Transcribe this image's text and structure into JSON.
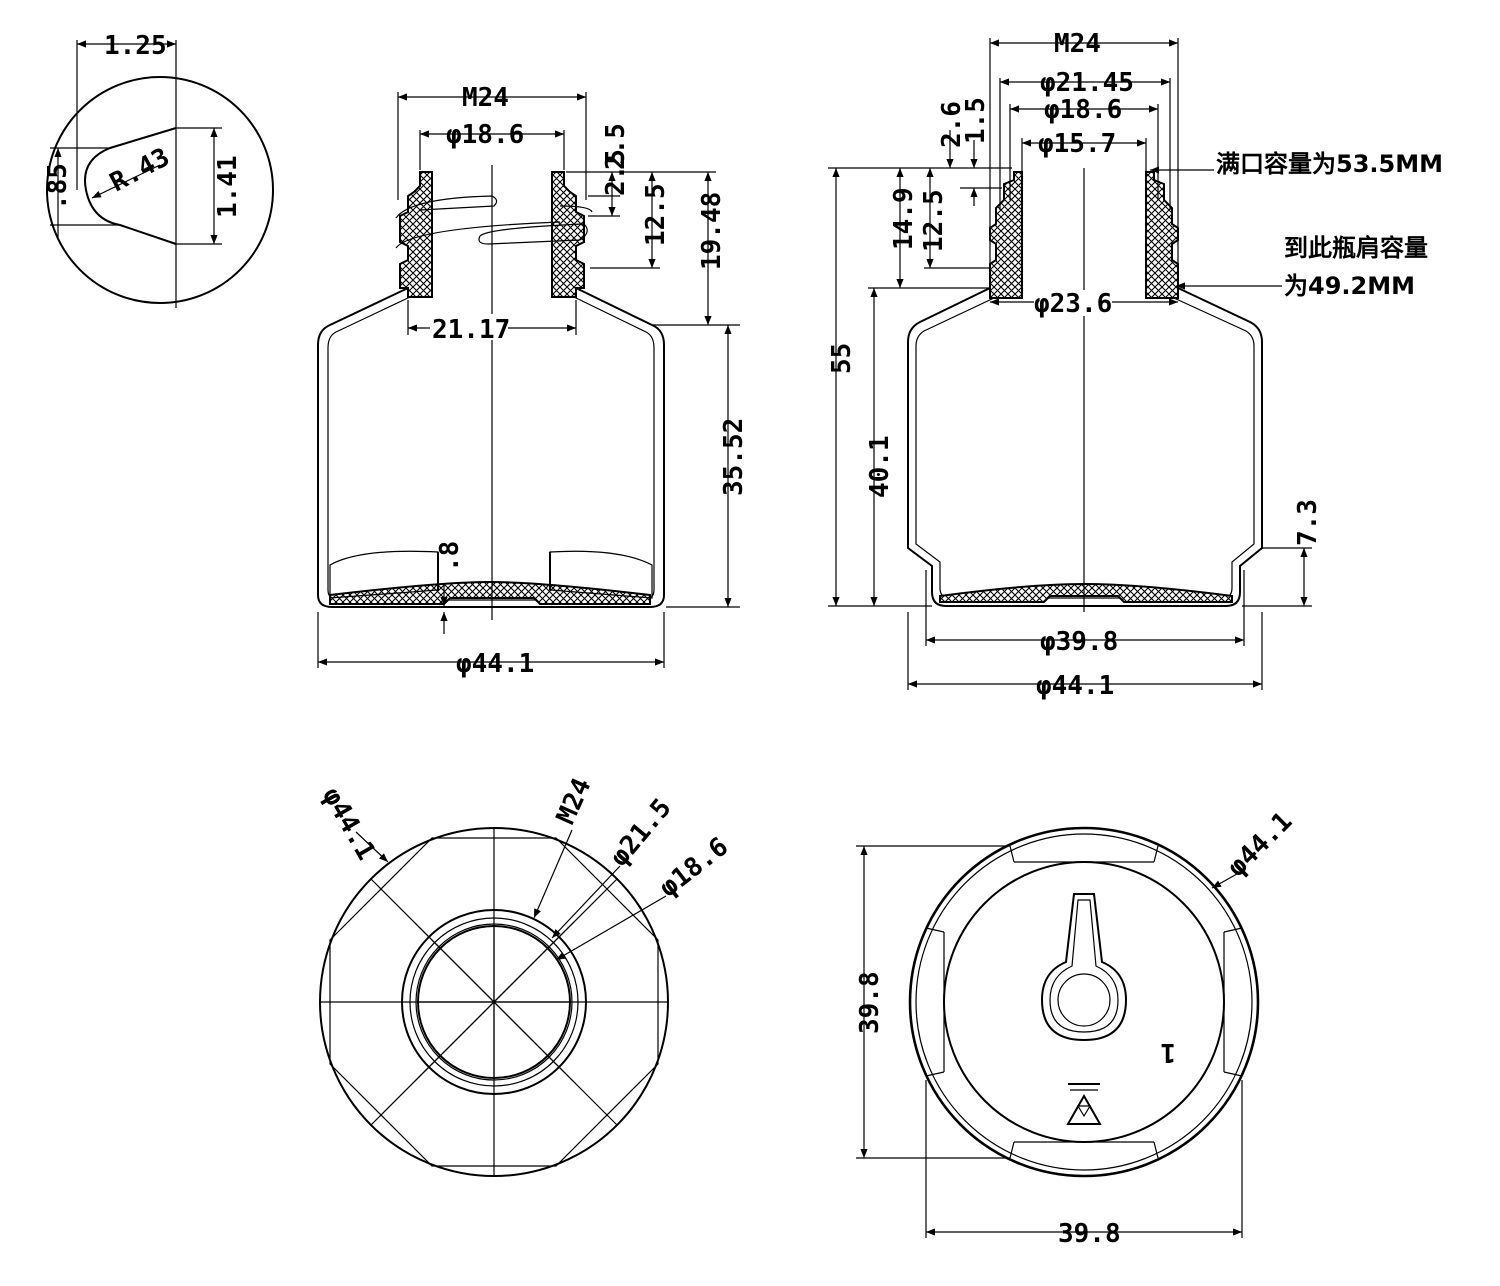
{
  "detail": {
    "width": "1.25",
    "height": ".85",
    "radius": "R.43",
    "depth": "1.41"
  },
  "front_view": {
    "thread": "M24",
    "bore": "φ18.6",
    "top_offset": "2.5",
    "thread_start": "2.5",
    "neck_length": "12.5",
    "neck_height": "19.48",
    "neck_width": "21.17",
    "body_height": "35.52",
    "base_thickness": ".8",
    "diameter": "φ44.1"
  },
  "section_view": {
    "thread": "M24",
    "thread_outer": "φ21.45",
    "thread_inner": "φ18.6",
    "inner_bore": "φ15.7",
    "lip_height": "2.6",
    "lip_small": "1.5",
    "neck_height": "14.9",
    "neck_length": "12.5",
    "shoulder_diameter": "φ23.6",
    "total_height": "55",
    "body_height": "40.1",
    "base_height": "7.3",
    "base_diameter": "φ39.8",
    "diameter": "φ44.1",
    "note_full": "满口容量为53.5MM",
    "note_shoulder_1": "到此瓶肩容量",
    "note_shoulder_2": "为49.2MM"
  },
  "top_view": {
    "diameter": "φ44.1",
    "thread": "M24",
    "d215": "φ21.5",
    "d186": "φ18.6"
  },
  "bottom_view": {
    "diameter": "φ44.1",
    "height": "39.8",
    "width": "39.8",
    "mold_number": "1"
  }
}
